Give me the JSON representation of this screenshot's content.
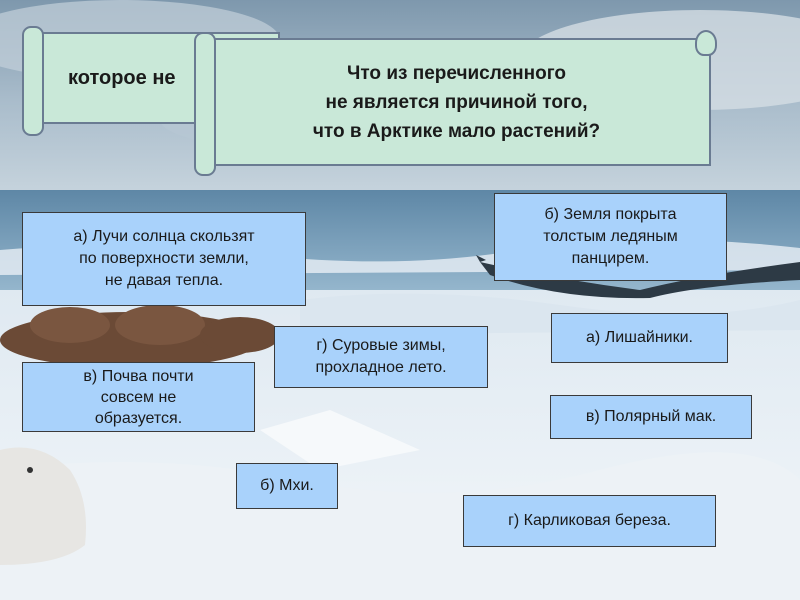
{
  "back_scroll": {
    "text": "которое не"
  },
  "question": {
    "lines": [
      "Что из перечисленного",
      "не является причиной того,",
      "что в Арктике мало растений?"
    ]
  },
  "answers": {
    "a_left": {
      "lines": [
        "а) Лучи солнца скользят",
        "по поверхности земли,",
        "не давая тепла."
      ]
    },
    "b_right": {
      "lines": [
        "б) Земля покрыта",
        "толстым ледяным",
        "панцирем."
      ]
    },
    "g_center": {
      "lines": [
        "г) Суровые зимы,",
        "прохладное лето."
      ]
    },
    "v_left": {
      "lines": [
        "в) Почва почти",
        "совсем не",
        "образуется."
      ]
    },
    "a_plants": {
      "text": "а) Лишайники."
    },
    "v_plants": {
      "text": "в) Полярный мак."
    },
    "b_plants": {
      "text": "б) Мхи."
    },
    "g_plants": {
      "text": "г) Карликовая береза."
    }
  },
  "colors": {
    "box": "#a9d2fb",
    "scroll": "#c9e8d8",
    "sky": "#8fb3c9",
    "ice": "#e6eef4"
  }
}
